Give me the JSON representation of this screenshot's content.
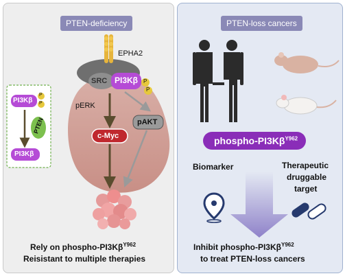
{
  "left": {
    "title": "PTEN-deficiency",
    "receptor": "EPHA2",
    "src": "SRC",
    "pi3k": "PI3Kβ",
    "p": "P",
    "perk": "pERK",
    "pakt": "pAKT",
    "cmyc": "c-Myc",
    "inset_pi3k_top": "PI3Kβ",
    "inset_pten": "PTEN",
    "inset_pi3k_bottom": "PI3Kβ",
    "bottom_line1": "Rely on phospho-PI3Kβ",
    "bottom_line1_sup": "Y962",
    "bottom_line2": "Reisistant to multiple therapies"
  },
  "right": {
    "title": "PTEN-loss cancers",
    "phospho_label": "phospho-PI3Kβ",
    "phospho_sup": "Y962",
    "biomarker": "Biomarker",
    "therapeutic_1": "Therapeutic",
    "therapeutic_2": "druggable",
    "therapeutic_3": "target",
    "inhibit_line1": "Inhibit phospho-PI3Kβ",
    "inhibit_sup": "Y962",
    "inhibit_line2": "to treat PTEN-loss cancers"
  },
  "colors": {
    "pi3k": "#b54bd6",
    "cmyc": "#c0282e",
    "pakt": "#8a8a8a",
    "pten": "#7cc04e",
    "phospho": "#8a2db8",
    "arrow": "#9c8ed0"
  }
}
